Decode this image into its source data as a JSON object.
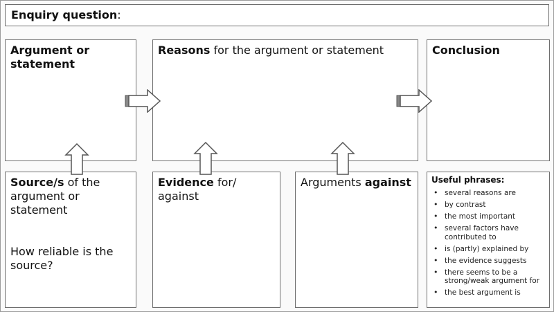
{
  "enquiry": {
    "label_bold": "Enquiry question",
    "label_rest": ":"
  },
  "argument": {
    "title_bold": "Argument or statement"
  },
  "reasons": {
    "title_bold": "Reasons",
    "title_rest": " for the argument or statement"
  },
  "conclusion": {
    "title_bold": "Conclusion"
  },
  "source": {
    "title_bold": "Source/s",
    "title_rest": " of the argument or statement",
    "reliability": "How reliable is the source?"
  },
  "evidence": {
    "title_bold": "Evidence",
    "title_rest": " for/ against"
  },
  "against": {
    "title_rest": "Arguments ",
    "title_bold": "against"
  },
  "phrases": {
    "title": "Useful phrases:",
    "items": [
      "several reasons are",
      "by contrast",
      "the most important",
      "several factors have contributed to",
      "is (partly) explained by",
      "the evidence suggests",
      "there seems to be a strong/weak argument for",
      "the best argument is"
    ]
  }
}
